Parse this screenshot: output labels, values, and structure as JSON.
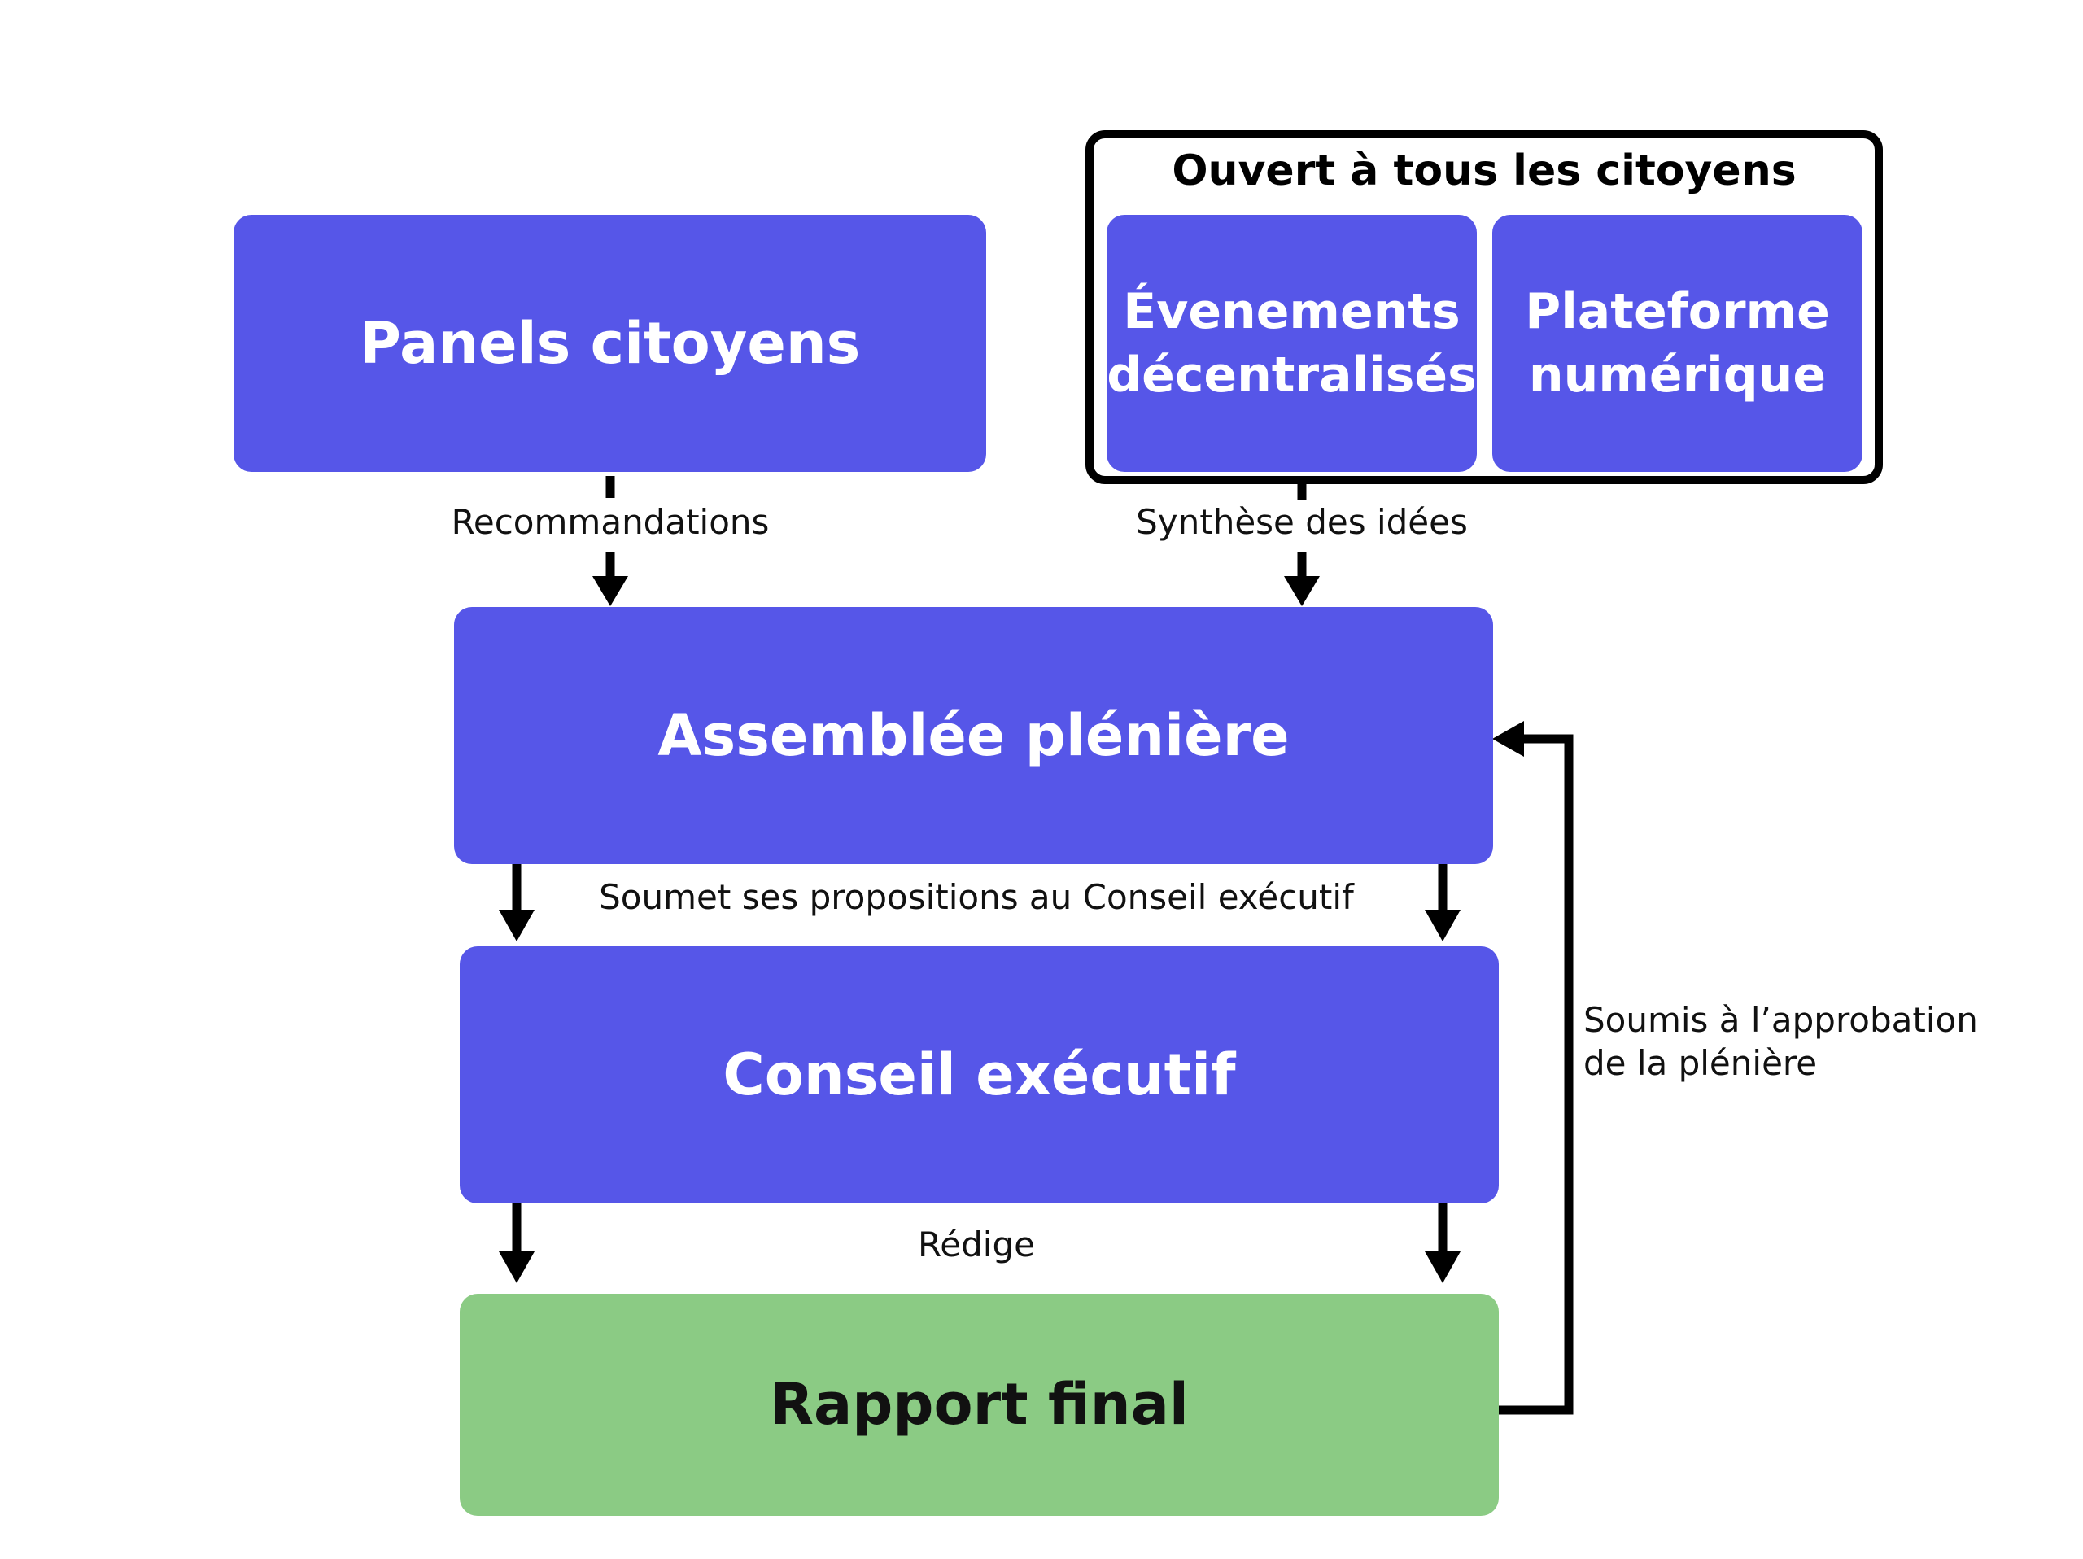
{
  "nodes": {
    "panels": "Panels citoyens",
    "open_group_title": "Ouvert à tous les citoyens",
    "events": "Évenements décentralisés",
    "platform": "Plateforme numérique",
    "assembly": "Assemblée plénière",
    "council": "Conseil exécutif",
    "report": "Rapport final"
  },
  "edges": {
    "recommendations": "Recommandations",
    "synthesis": "Synthèse des idées",
    "submits": "Soumet ses propositions au Conseil exécutif",
    "drafts": "Rédige",
    "approval": "Soumis à l’approbation de la plénière"
  },
  "colors": {
    "node_blue": "#5656e8",
    "node_green": "#8bcb84",
    "connector": "#000000"
  }
}
